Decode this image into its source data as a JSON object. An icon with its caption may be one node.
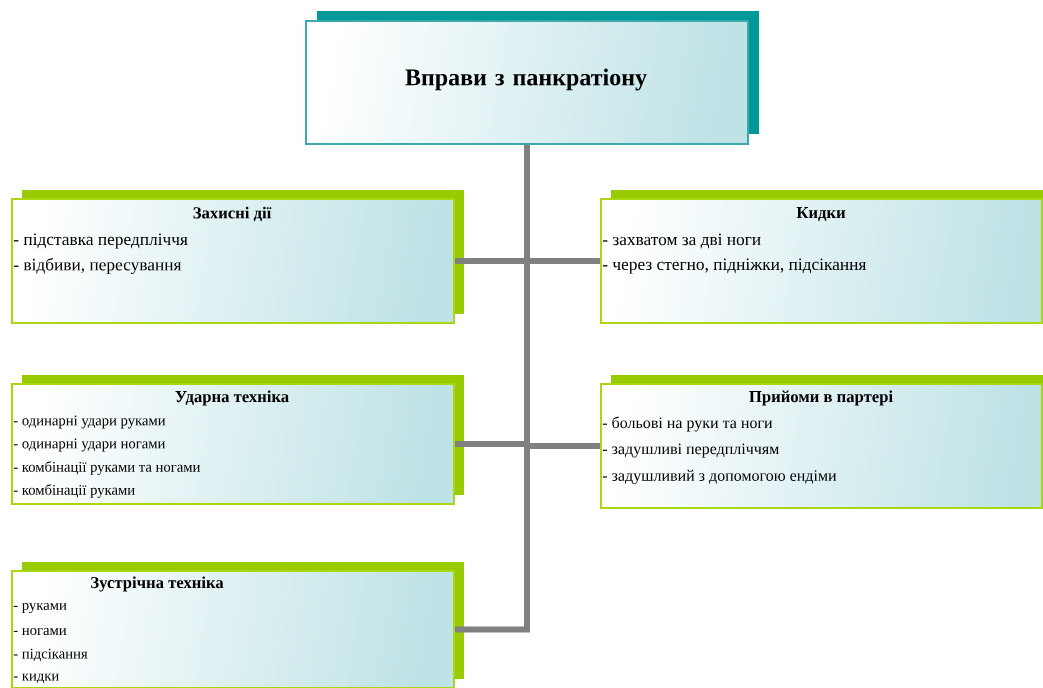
{
  "diagram": {
    "nodes": [
      {
        "text": [
          "Вправи з панкратіону"
        ]
      },
      {
        "text": [
          "Захисні дії",
          "- підставка передпліччя",
          "- відбиви, пересування"
        ]
      },
      {
        "text": [
          "Кидки",
          "- захватом за дві ноги",
          "- через стегно, підніжки, підсікання"
        ]
      },
      {
        "text": [
          "Ударна техніка",
          "- одинарні удари руками",
          "- одинарні удари ногами",
          "- комбінації руками та ногами",
          "- комбінації руками"
        ]
      },
      {
        "text": [
          "Прийоми в партері",
          "- больові на руки та ноги",
          "- задушливі передпліччям",
          "- задушливий з допомогою ендіми"
        ]
      },
      {
        "text": [
          "Зустрічна техніка",
          "- руками",
          "- ногами",
          "- підсікання",
          "- кидки"
        ]
      }
    ],
    "edges": [
      {
        "from": 0,
        "to": 1,
        "arrow": "none"
      },
      {
        "from": 0,
        "to": 2,
        "arrow": "none"
      },
      {
        "from": 0,
        "to": 3,
        "arrow": "none"
      },
      {
        "from": 0,
        "to": 4,
        "arrow": "none"
      },
      {
        "from": 0,
        "to": 5,
        "arrow": "none"
      }
    ]
  }
}
